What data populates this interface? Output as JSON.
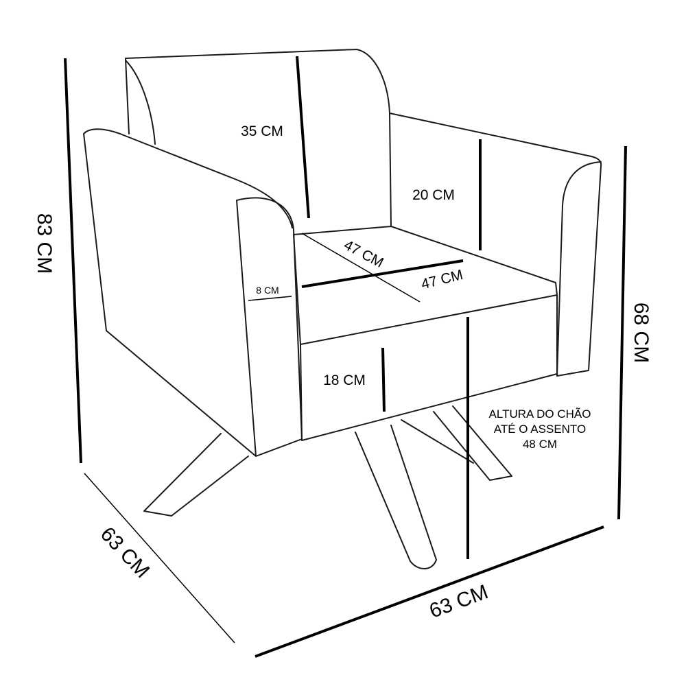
{
  "title": "Armchair dimensions diagram",
  "dimensions": {
    "total_height": "83 CM",
    "arm_height": "68 CM",
    "depth": "63 CM",
    "width": "63 CM",
    "backrest_height": "35 CM",
    "arm_height_above_seat": "20 CM",
    "seat_depth": "47 CM",
    "seat_width": "47 CM",
    "arm_width": "8 CM",
    "seat_front_height": "18 CM",
    "seat_floor_height": {
      "line1": "ALTURA DO CHÃO",
      "line2": "ATÉ O ASSENTO",
      "line3": "48 CM"
    }
  },
  "colors": {
    "line": "#1a1a1a",
    "background": "#ffffff"
  }
}
